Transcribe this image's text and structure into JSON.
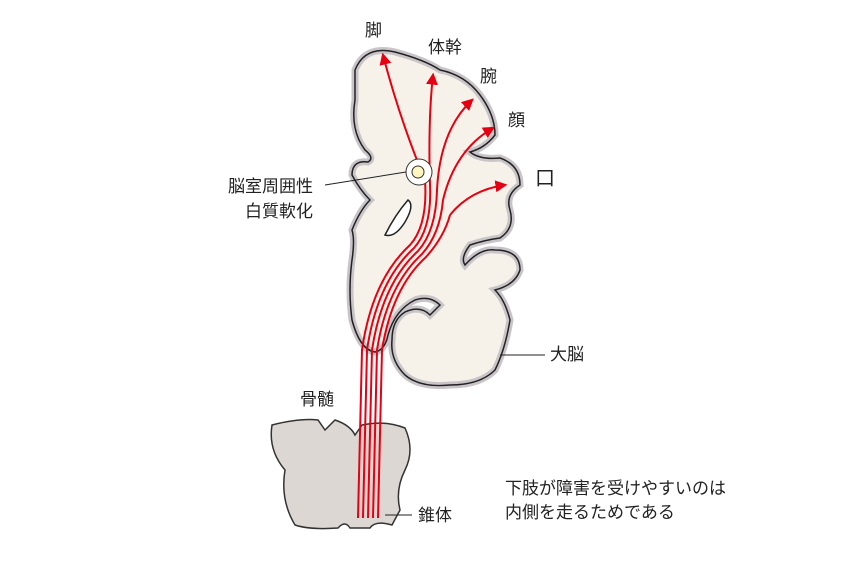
{
  "labels": {
    "leg": "脚",
    "trunk": "体幹",
    "arm": "腕",
    "face": "顔",
    "mouth": "口",
    "pvl_line1": "脳室周囲性",
    "pvl_line2": "白質軟化",
    "cerebrum": "大脳",
    "spinal": "骨髄",
    "pyramid": "錐体",
    "note_line1": "下肢が障害を受けやすいのは",
    "note_line2": "内側を走るためである"
  },
  "colors": {
    "fiber": "#e60012",
    "brain_fill": "#f6f2ea",
    "stem_fill": "#ddd7d3",
    "outline": "#222222"
  }
}
